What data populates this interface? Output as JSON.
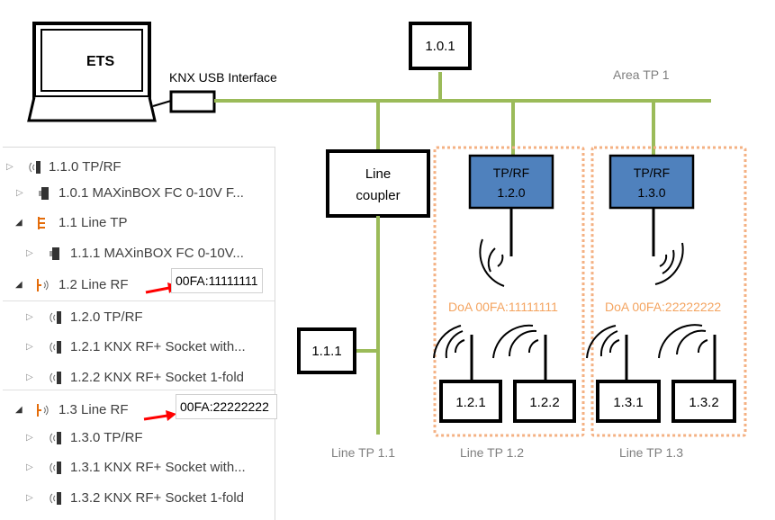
{
  "laptop": {
    "label": "ETS"
  },
  "usb_interface": {
    "label": "KNX USB Interface"
  },
  "area": {
    "device": "1.0.1",
    "line_label": "Area TP 1"
  },
  "coupler": {
    "line1": "Line",
    "line2": "coupler"
  },
  "line_tp11": {
    "device": "1.1.1",
    "label": "Line TP 1.1"
  },
  "line_tp12": {
    "rf_line1": "TP/RF",
    "rf_line2": "1.2.0",
    "doa": "DoA 00FA:11111111",
    "devices": [
      "1.2.1",
      "1.2.2"
    ],
    "label": "Line TP 1.2"
  },
  "line_tp13": {
    "rf_line1": "TP/RF",
    "rf_line2": "1.3.0",
    "doa": "DoA 00FA:22222222",
    "devices": [
      "1.3.1",
      "1.3.2"
    ],
    "label": "Line TP 1.3"
  },
  "tree": {
    "items": [
      {
        "text": "1.1.0 TP/RF"
      },
      {
        "text": "1.0.1 MAXinBOX FC 0-10V F..."
      },
      {
        "text": "1.1 Line   TP"
      },
      {
        "text": "1.1.1 MAXinBOX FC 0-10V..."
      },
      {
        "text": "1.2 Line   RF"
      },
      {
        "text": "1.2.0 TP/RF"
      },
      {
        "text": "1.2.1 KNX RF+ Socket with..."
      },
      {
        "text": "1.2.2 KNX RF+ Socket 1-fold"
      },
      {
        "text": "1.3 Line   RF"
      },
      {
        "text": "1.3.0 TP/RF"
      },
      {
        "text": "1.3.1 KNX RF+ Socket with..."
      },
      {
        "text": "1.3.2 KNX RF+ Socket 1-fold"
      }
    ],
    "doa_callout_1": "00FA:11111111",
    "doa_callout_2": "00FA:22222222"
  },
  "colors": {
    "bus_line": "#9bbb59",
    "rf_box": "#4f81bd",
    "doa_border": "#f4b183",
    "arrow": "#ff0000"
  }
}
